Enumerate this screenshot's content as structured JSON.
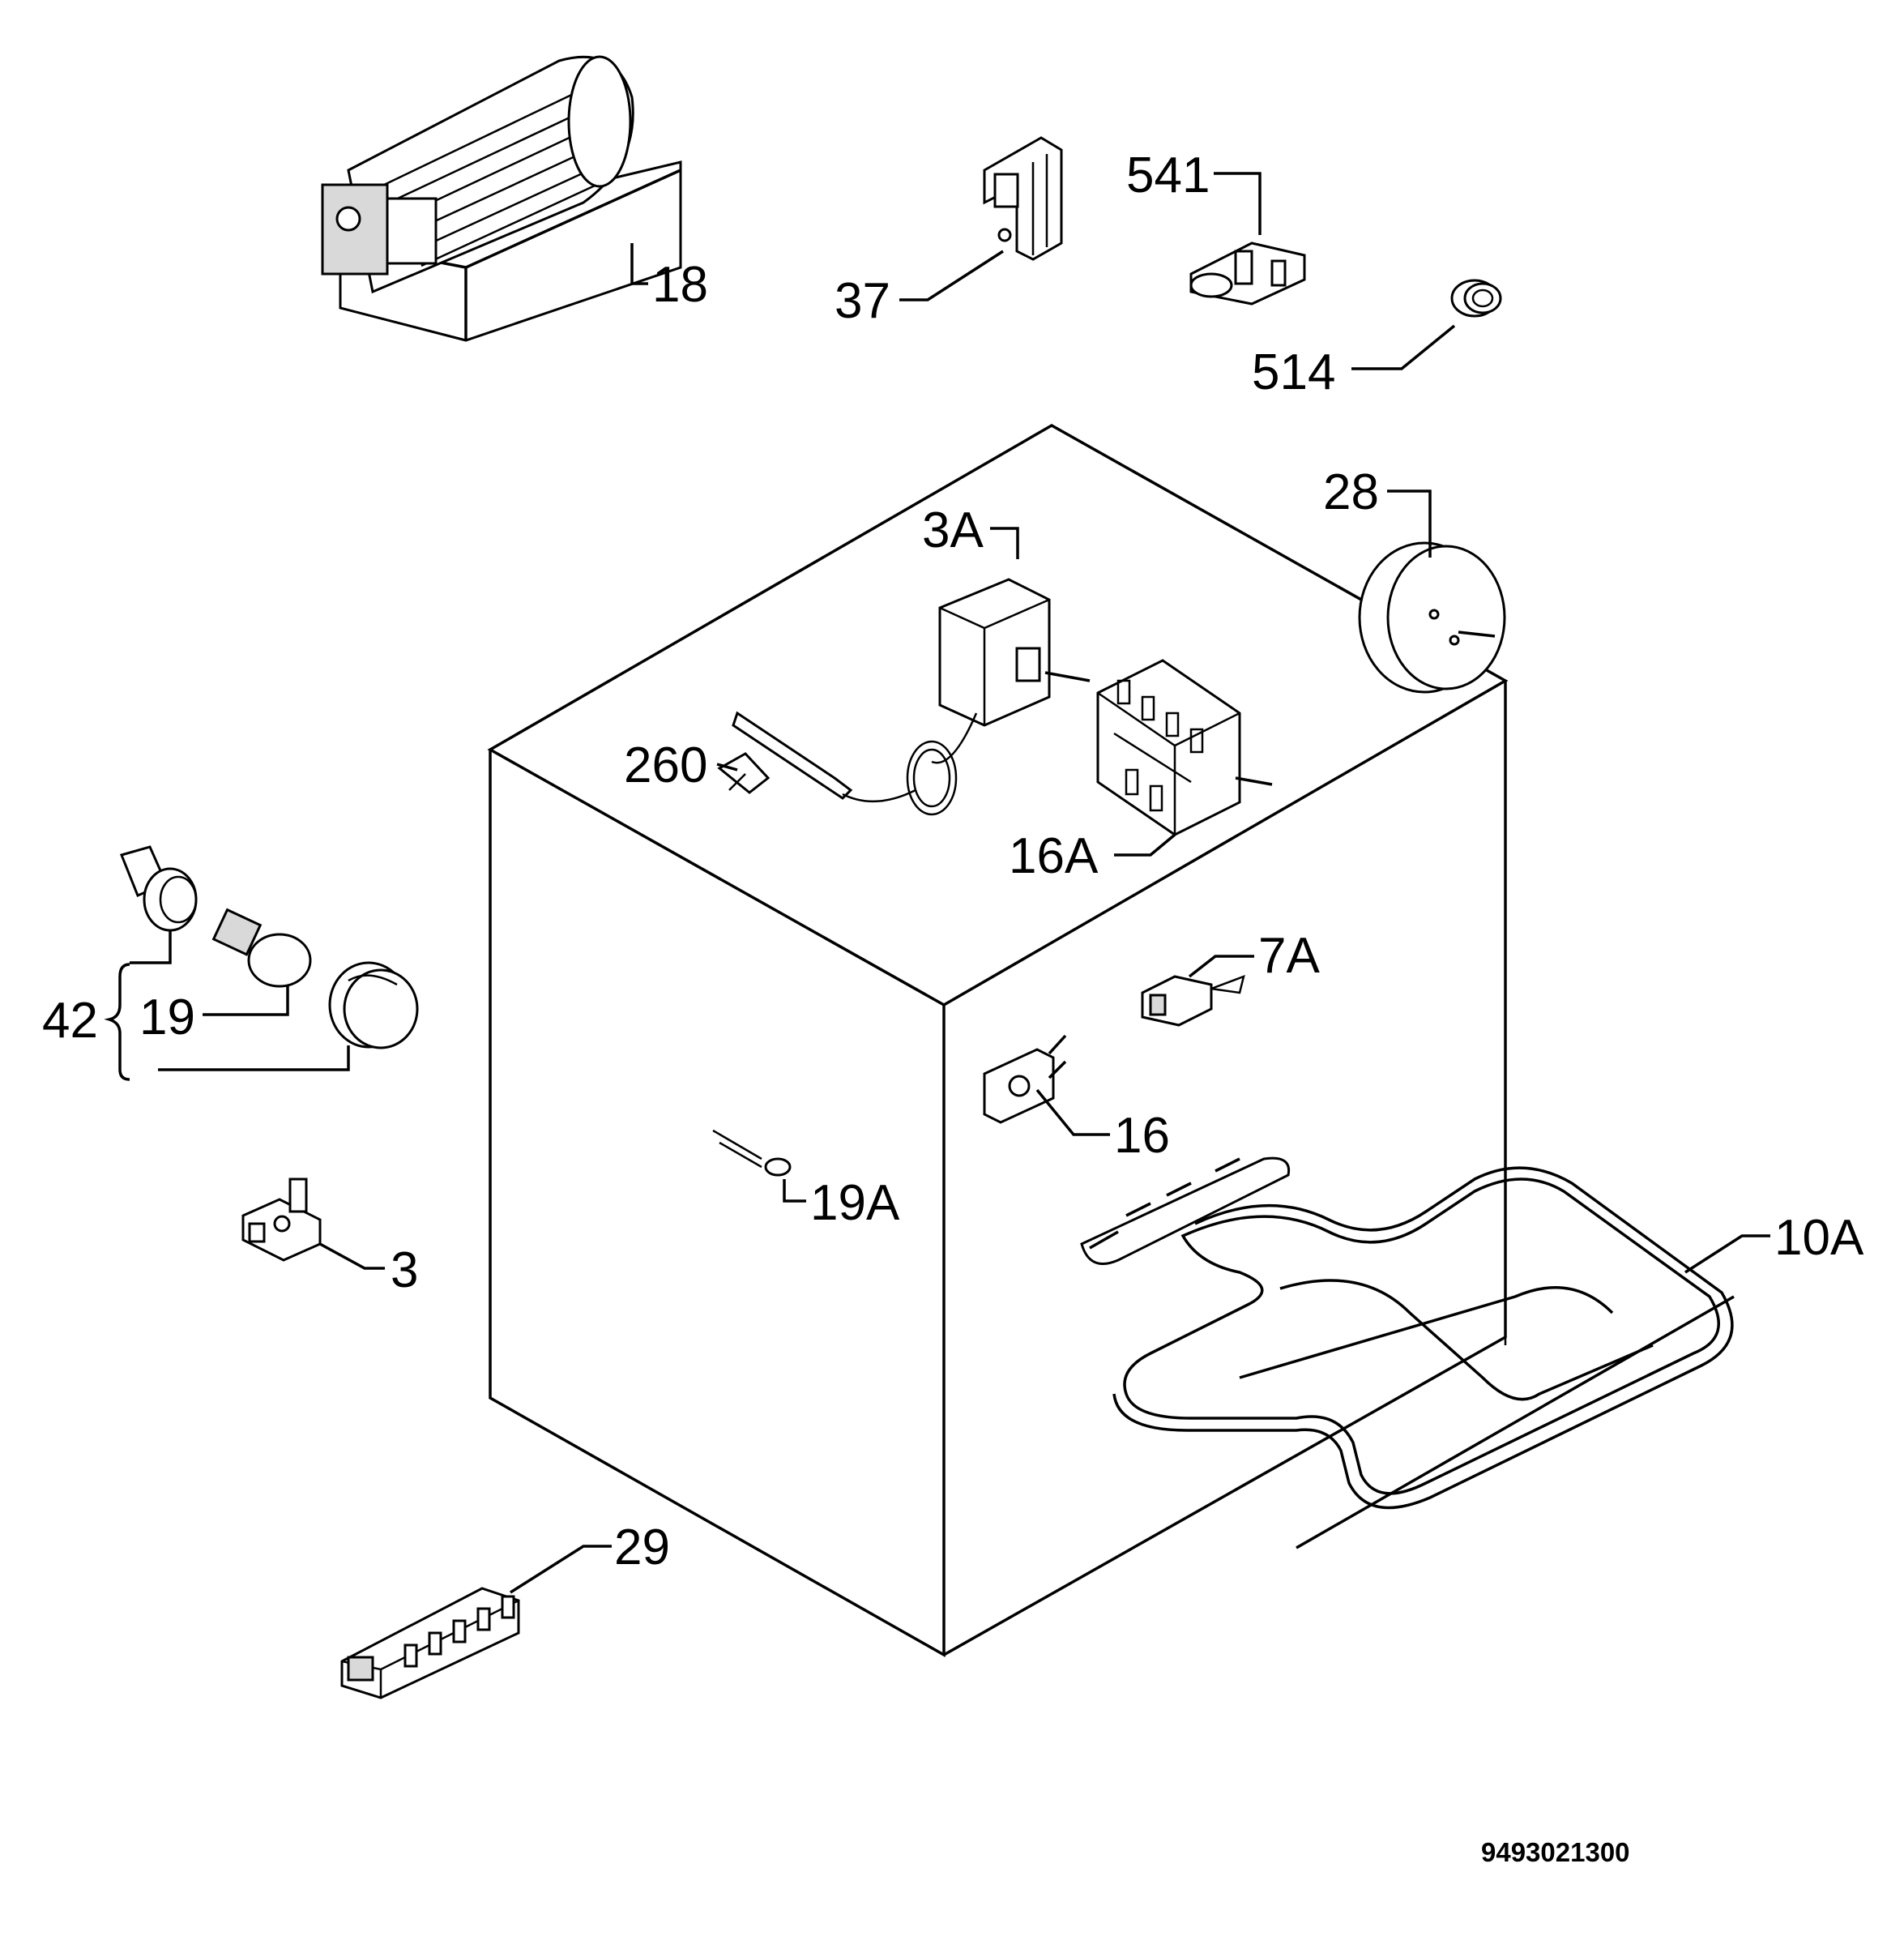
{
  "drawing_code": "9493021300",
  "labels": {
    "fan": "18",
    "thermostat_clip": "37",
    "switch_541": "541",
    "grommet_514": "514",
    "timer": "28",
    "thermostat_3a": "3A",
    "probe_260": "260",
    "selector_16a": "16A",
    "switch_7a": "7A",
    "switch_16": "16",
    "lamp_19a": "19A",
    "lamp_group": "42",
    "lamp_19": "19",
    "thermal_3": "3",
    "grill_10a": "10A",
    "ignition_29": "29"
  }
}
